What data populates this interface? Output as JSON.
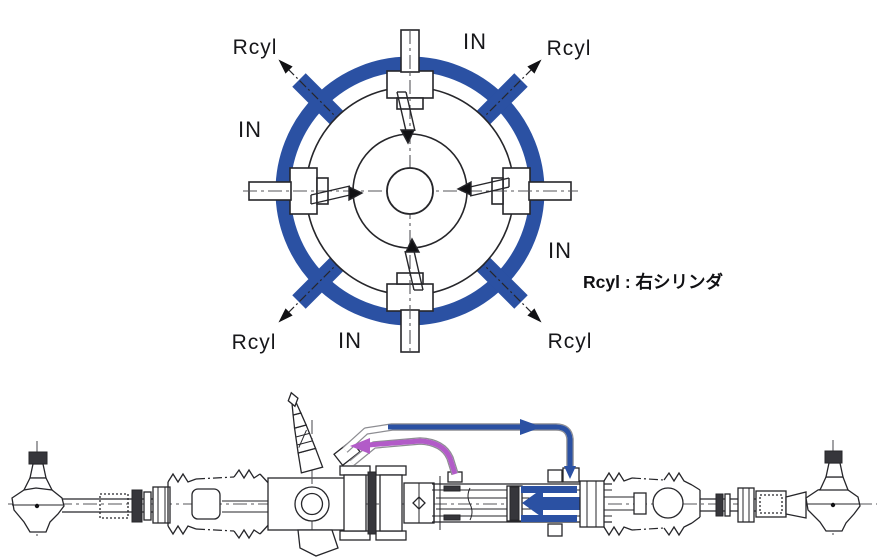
{
  "palette": {
    "flow_pressure_blue": "#2b51a3",
    "flow_return_magenta": "#b25bc8",
    "line_black": "#26262a",
    "pipe_casing_gray": "#8d8d92",
    "background": "#ffffff"
  },
  "valve_diagram": {
    "labels": {
      "rcyl_nw": "Rcyl",
      "in_top": "IN",
      "rcyl_ne": "Rcyl",
      "in_left": "IN",
      "in_right": "IN",
      "rcyl_sw": "Rcyl",
      "in_bottom": "IN",
      "rcyl_se": "Rcyl"
    },
    "legend": "Rcyl : 右シリンダ"
  }
}
